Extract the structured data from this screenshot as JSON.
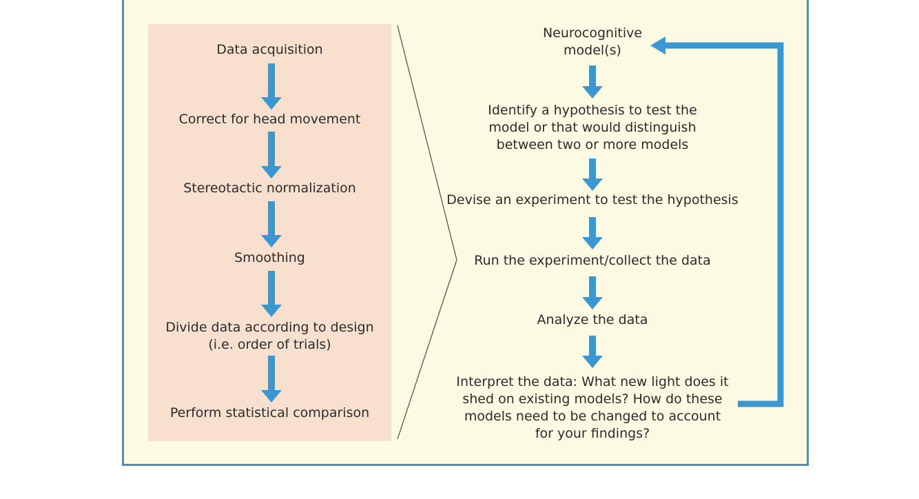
{
  "colors": {
    "frame": "#3e94cf",
    "arrow": "#3a97d0",
    "panel": "#f8e0cf",
    "background": "#fdfae3"
  },
  "pipeline_steps": [
    "Data acquisition",
    "Correct for head movement",
    "Stereotactic normalization",
    "Smoothing",
    "Divide data according to design",
    "(i.e. order of trials)",
    "Perform statistical comparison"
  ],
  "cycle_steps": [
    "Neurocognitive",
    "model(s)",
    "Identify a hypothesis to test the",
    "model or that would distinguish",
    "between two or more models",
    "Devise an experiment to test the hypothesis",
    "Run the experiment/collect the data",
    "Analyze the data",
    "Interpret the data: What new light does it",
    "shed on existing models? How do these",
    "models need to be changed to account",
    "for your findings?"
  ]
}
